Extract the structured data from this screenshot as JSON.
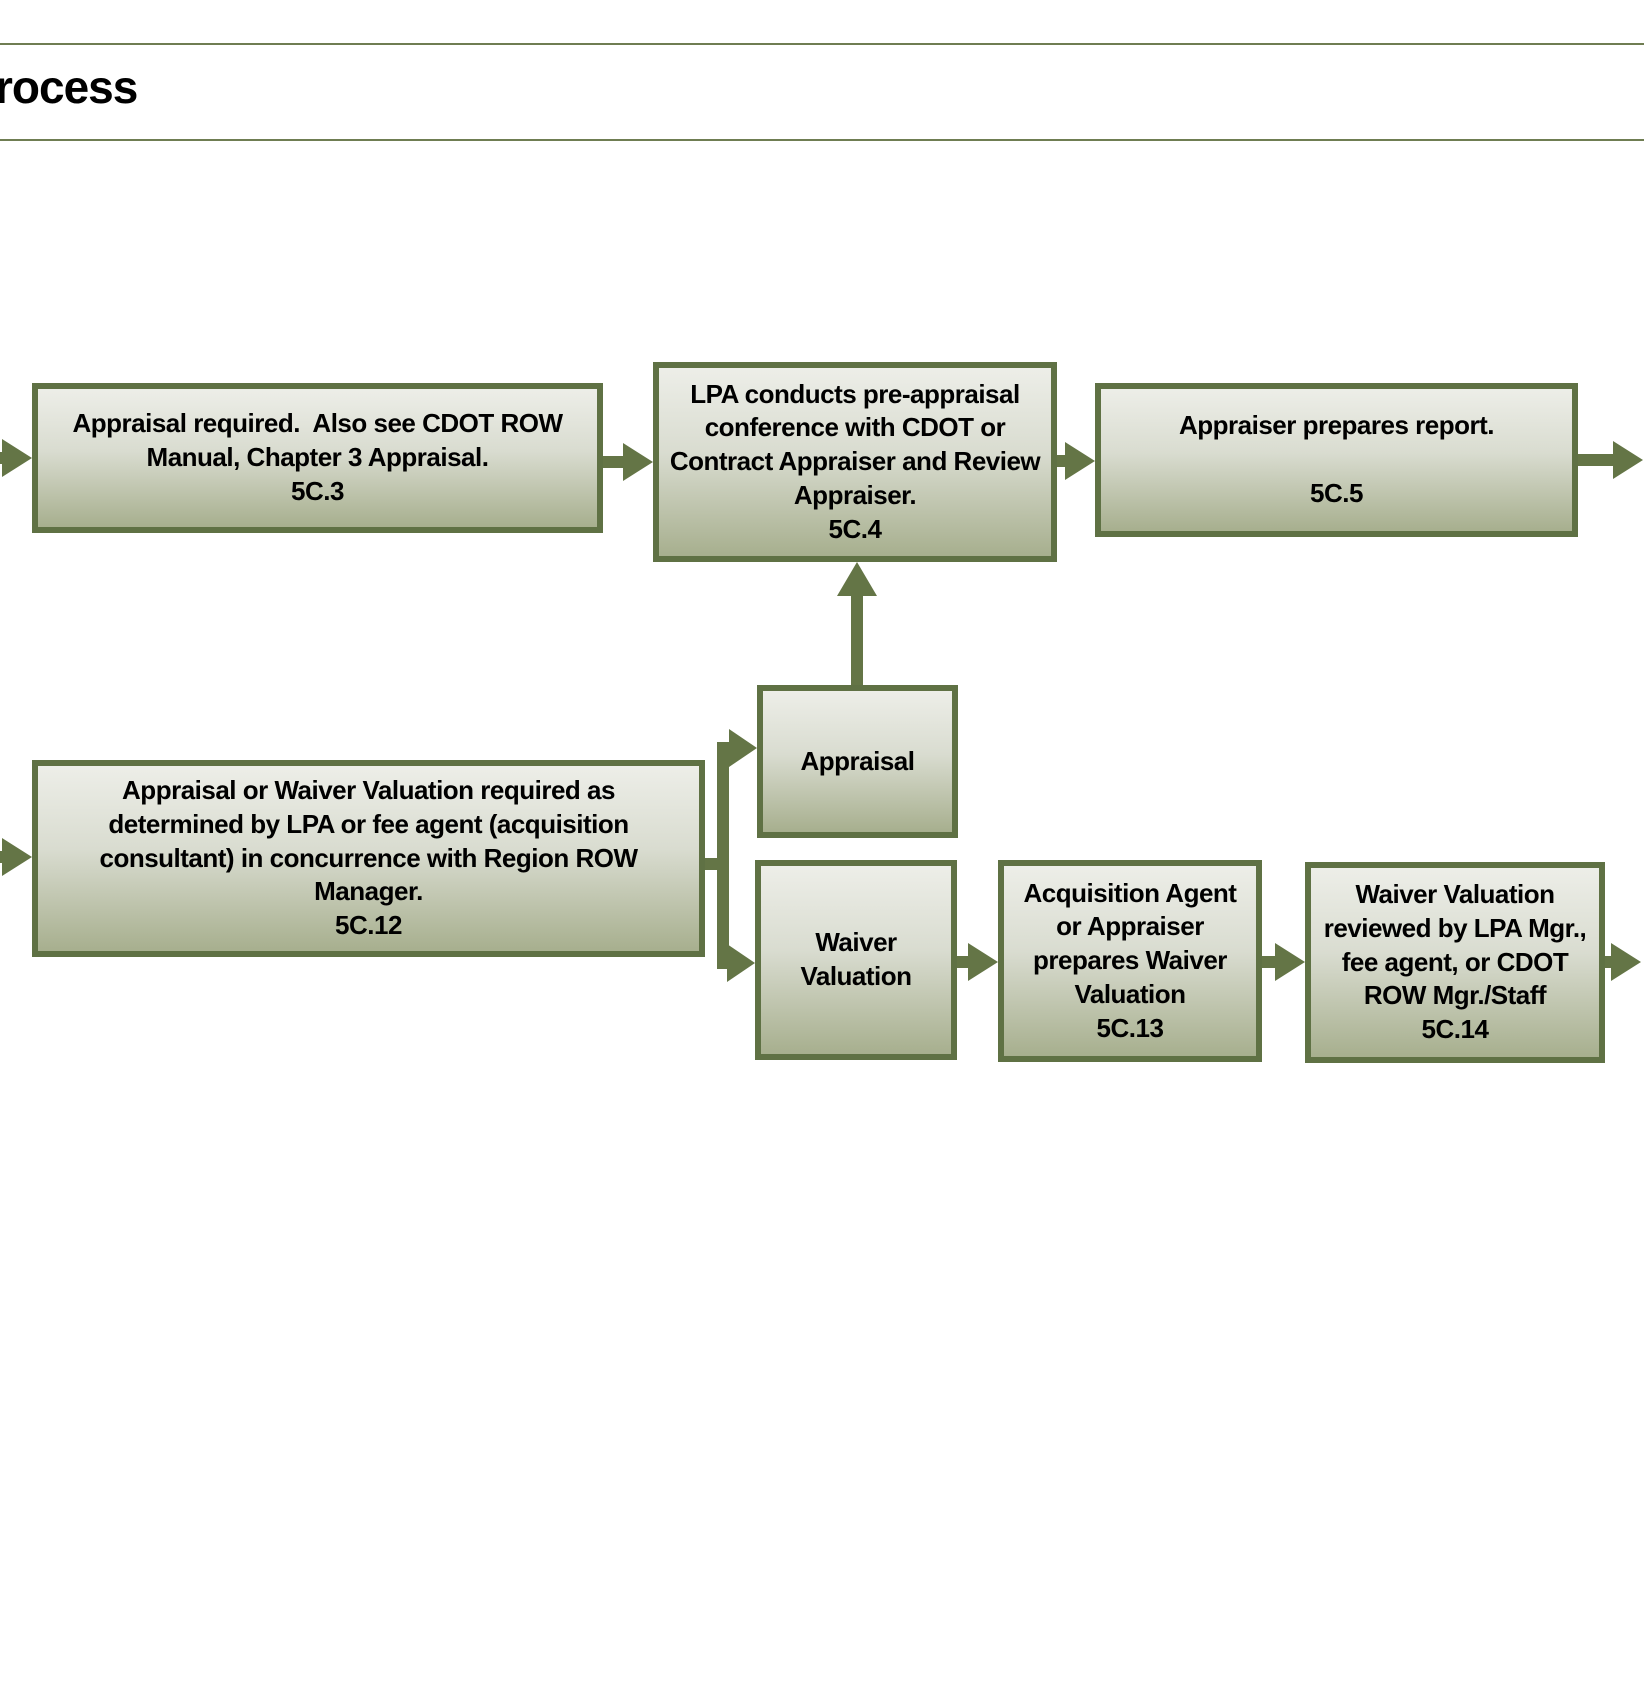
{
  "title": {
    "visible_text": "rocess"
  },
  "colors": {
    "box_border": "#5f7144",
    "arrow": "#647546",
    "box_fill_top": "#edeee8",
    "box_fill_bottom": "#a7af8e",
    "rule": "#6f7d52",
    "text": "#000000"
  },
  "flowchart": {
    "nodes": {
      "appraisal_required": {
        "text": "Appraisal required.  Also see CDOT ROW\nManual, Chapter 3 Appraisal.\n5C.3",
        "ref": "5C.3"
      },
      "pre_appraisal_conference": {
        "text": "LPA conducts pre-appraisal\nconference with CDOT or\nContract Appraiser and Review\nAppraiser.\n5C.4",
        "ref": "5C.4"
      },
      "appraiser_prepares_report": {
        "text": "Appraiser prepares report.\n\n5C.5",
        "ref": "5C.5"
      },
      "appraisal_or_waiver_required": {
        "text": "Appraisal or Waiver Valuation required as\ndetermined by LPA or fee agent (acquisition\nconsultant) in concurrence with Region ROW\nManager.\n5C.12",
        "ref": "5C.12"
      },
      "appraisal_branch": {
        "text": "Appraisal"
      },
      "waiver_valuation_branch": {
        "text": "Waiver\nValuation"
      },
      "prepares_waiver_valuation": {
        "text": "Acquisition Agent\nor Appraiser\nprepares Waiver\nValuation\n5C.13",
        "ref": "5C.13"
      },
      "waiver_valuation_reviewed": {
        "text": "Waiver Valuation\nreviewed by LPA Mgr.,\nfee agent, or CDOT\nROW Mgr./Staff\n5C.14",
        "ref": "5C.14"
      }
    }
  }
}
